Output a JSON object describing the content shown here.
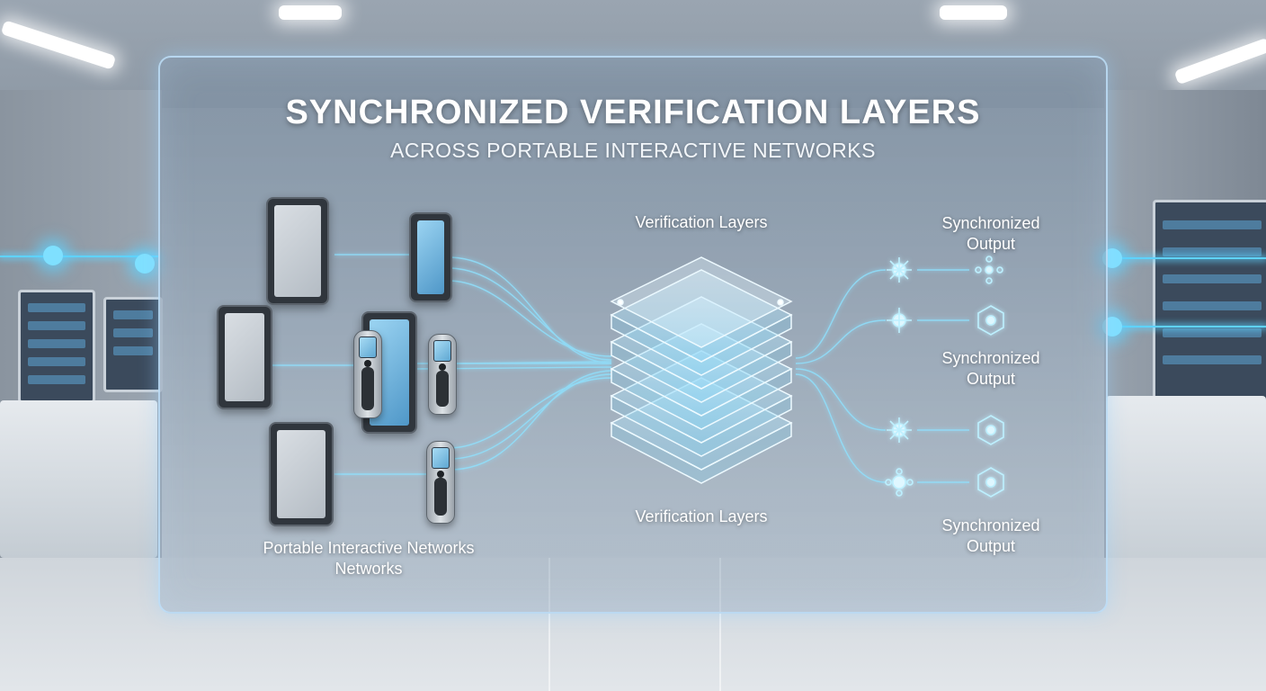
{
  "title": "SYNCHRONIZED VERIFICATION LAYERS",
  "subtitle": "ACROSS PORTABLE INTERACTIVE NETWORKS",
  "labels": {
    "verification_top": "Verification Layers",
    "verification_bottom": "Verification Layers",
    "devices_line1": "Portable Interactive Networks",
    "devices_line2": "Networks",
    "output1_line1": "Synchronized",
    "output1_line2": "Output",
    "output2_line1": "Synchronized",
    "output2_line2": "Output",
    "output3_line1": "Synchronized",
    "output3_line2": "Output"
  },
  "colors": {
    "accent": "#5fd3ff",
    "panel_border": "#bee1fa",
    "text": "#ffffff"
  },
  "icons": {
    "devices": "tablet-and-handheld-scanner",
    "outputs": "network-node"
  }
}
